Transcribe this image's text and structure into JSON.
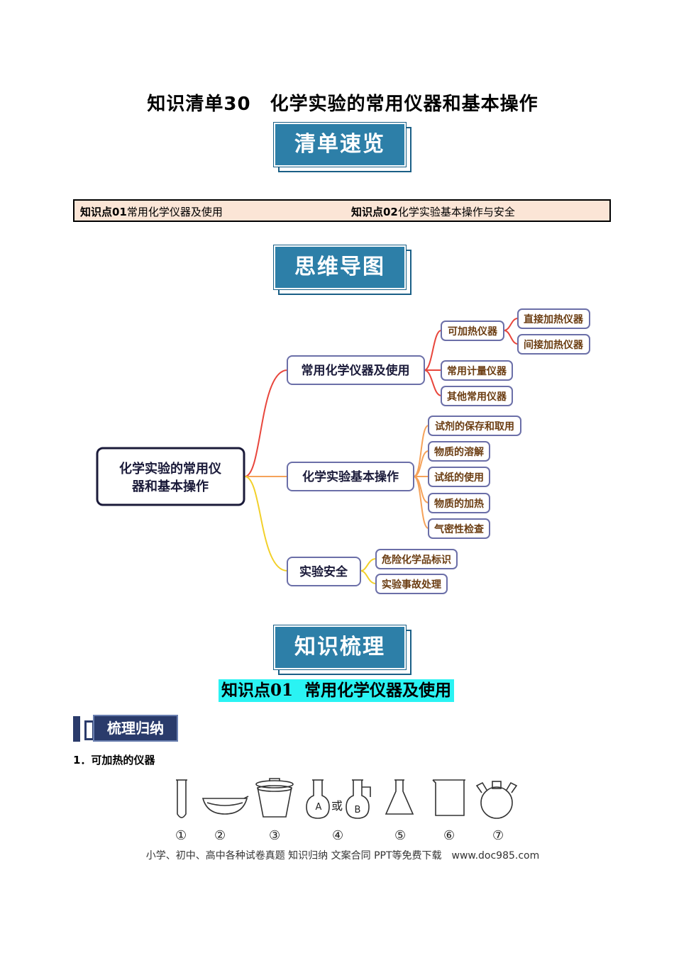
{
  "title": "知识清单30　化学实验的常用仪器和基本操作",
  "banners": {
    "overview": "清单速览",
    "mindmap": "思维导图",
    "review": "知识梳理"
  },
  "toc": [
    {
      "prefix": "知识点01",
      "text": "常用化学仪器及使用"
    },
    {
      "prefix": "知识点02",
      "text": "化学实验基本操作与安全"
    }
  ],
  "mindmap": {
    "root": [
      "化学实验的常用仪",
      "器和基本操作"
    ],
    "branches": [
      {
        "label": "常用化学仪器及使用",
        "children": [
          "可加热仪器",
          "常用计量仪器",
          "其他常用仪器"
        ],
        "grand": [
          "直接加热仪器",
          "间接加热仪器"
        ]
      },
      {
        "label": "化学实验基本操作",
        "children": [
          "试剂的保存和取用",
          "物质的溶解",
          "试纸的使用",
          "物质的加热",
          "气密性检查"
        ]
      },
      {
        "label": "实验安全",
        "children": [
          "危险化学品标识",
          "实验事故处理"
        ]
      }
    ]
  },
  "kp_heading": "知识点01  常用化学仪器及使用",
  "side_tag": "梳理归纳",
  "section1": "1．可加热的仪器",
  "apparatus_numbers": [
    "①",
    "②",
    "③",
    "④",
    "⑤",
    "⑥",
    "⑦"
  ],
  "flask_labels": {
    "a": "A",
    "or": "或",
    "b": "B"
  },
  "footer": "小学、初中、高中各种试卷真题 知识归纳 文案合同 PPT等免费下载　www.doc985.com",
  "colors": {
    "branch1": "#e8463c",
    "branch2": "#f5a25a",
    "branch3": "#f2d02a",
    "node_border": "#6b6fa8",
    "leaf_text": "#6b3d12"
  }
}
